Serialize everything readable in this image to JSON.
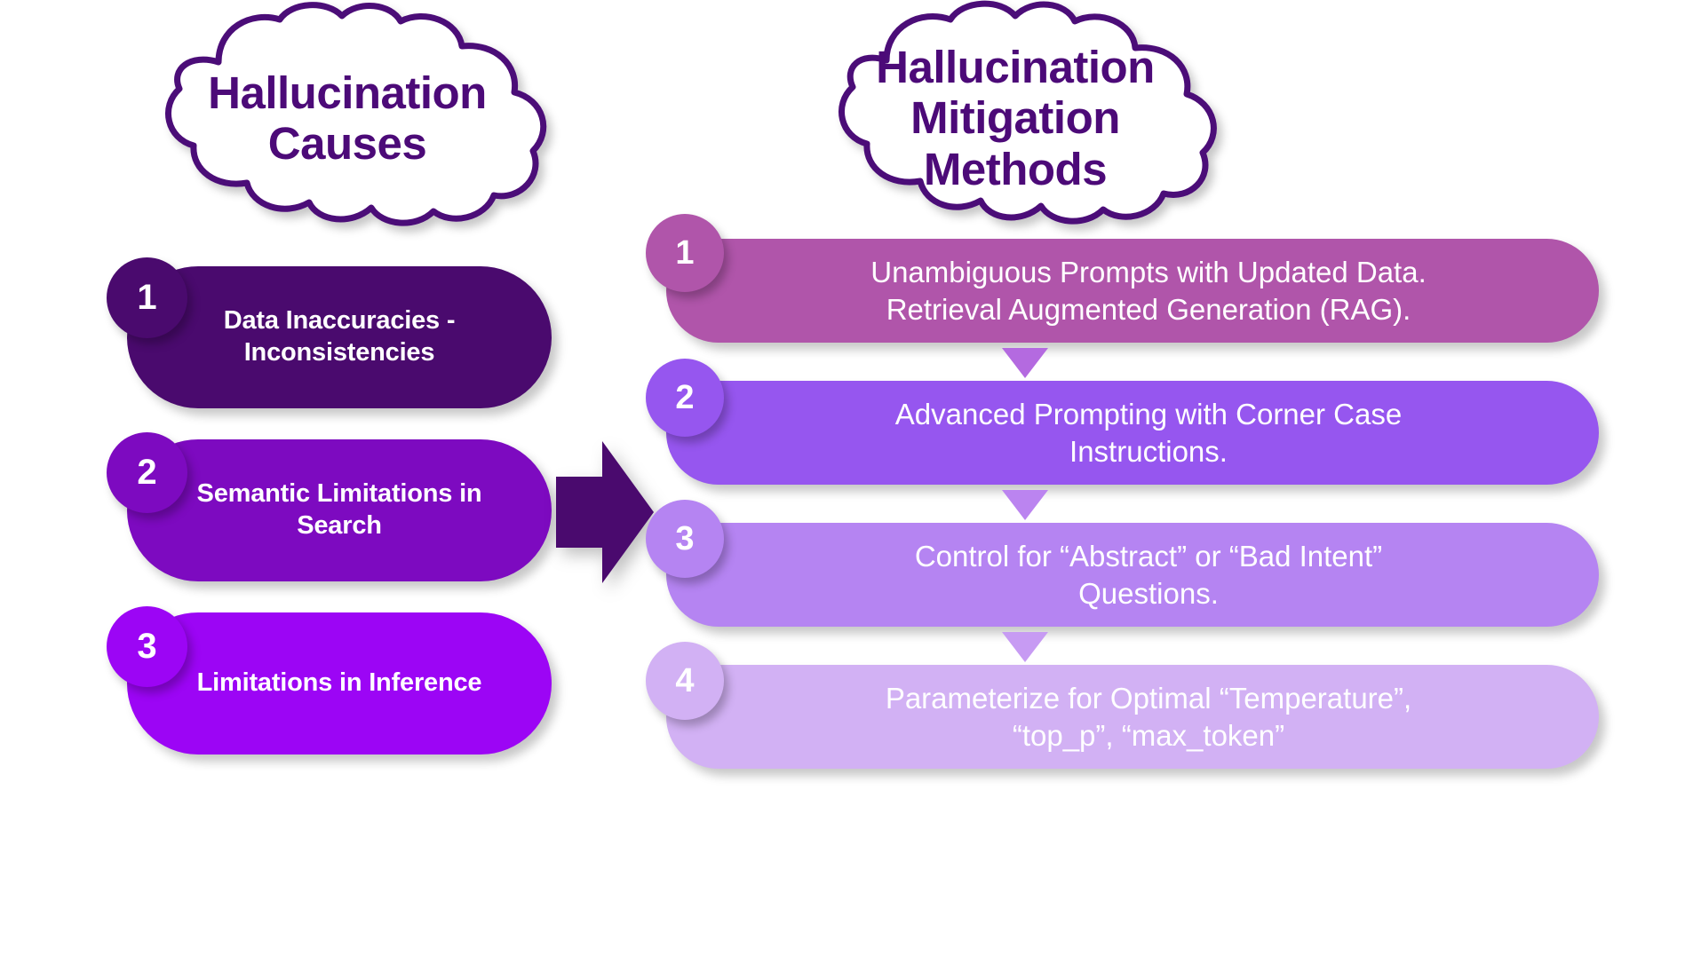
{
  "title": "Hallucination Causes and Mitigation Methods",
  "clouds": {
    "causes": {
      "label": "Hallucination\nCauses",
      "color": "#4c0a78"
    },
    "methods": {
      "label": "Hallucination\nMitigation\nMethods",
      "color": "#4c0a78"
    }
  },
  "causes": {
    "heading": "Hallucination Causes",
    "items": [
      {
        "number": "1",
        "label": "Data Inaccuracies -\nInconsistencies",
        "color": "#4a0a6e"
      },
      {
        "number": "2",
        "label": "Semantic Limitations in\nSearch",
        "color": "#7d0ac0"
      },
      {
        "number": "3",
        "label": "Limitations in Inference",
        "color": "#9c05f5"
      }
    ]
  },
  "methods": {
    "heading": "Hallucination Mitigation Methods",
    "items": [
      {
        "number": "1",
        "label": "Unambiguous Prompts with Updated Data.\nRetrieval Augmented Generation (RAG).",
        "color": "#b055aa"
      },
      {
        "number": "2",
        "label": "Advanced Prompting with Corner Case\nInstructions.",
        "color": "#9656ef"
      },
      {
        "number": "3",
        "label": "Control for “Abstract” or “Bad Intent”\nQuestions.",
        "color": "#b584f2"
      },
      {
        "number": "4",
        "label": "Parameterize for Optimal “Temperature”,\n“top_p”, “max_token”",
        "color": "#d2b1f4"
      }
    ]
  },
  "connectors": {
    "flow_arrow": "right-arrow",
    "step_arrows": [
      "down-arrow",
      "down-arrow",
      "down-arrow"
    ]
  },
  "palette": {
    "cloud_outline": "#4c0a78",
    "arrow": "#4a0a6e",
    "background": "#ffffff"
  }
}
